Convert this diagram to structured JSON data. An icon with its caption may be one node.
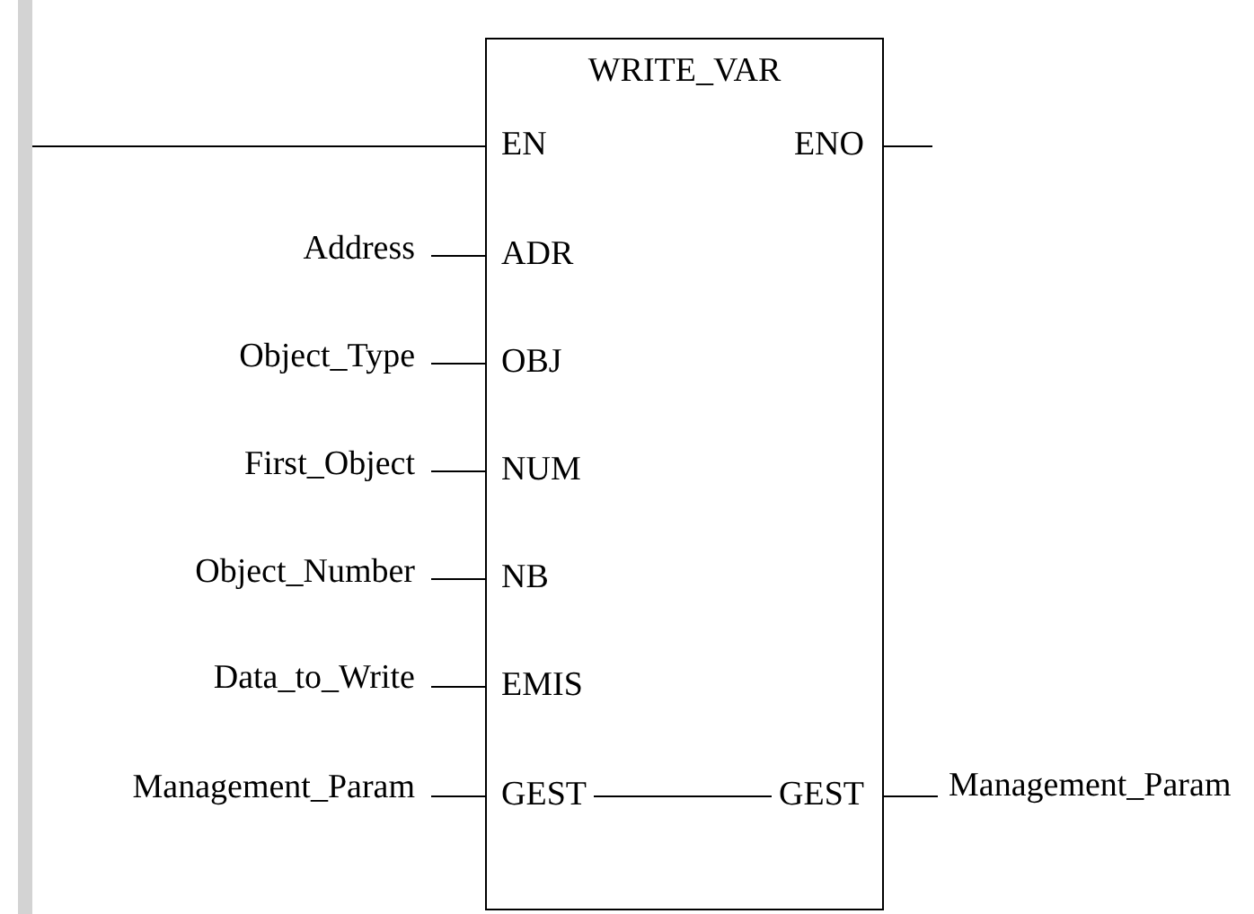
{
  "diagram": {
    "nodes": [
      {
        "text": [],
        "shape": "bar"
      },
      {
        "text": [
          "WRITE_VAR"
        ]
      },
      {
        "text": [
          "EN"
        ],
        "in": 1
      },
      {
        "text": [
          "ENO"
        ],
        "in": 1
      },
      {
        "text": [
          "ADR"
        ],
        "in": 1
      },
      {
        "text": [
          "OBJ"
        ],
        "in": 1
      },
      {
        "text": [
          "NUM"
        ],
        "in": 1
      },
      {
        "text": [
          "NB"
        ],
        "in": 1
      },
      {
        "text": [
          "EMIS"
        ],
        "in": 1
      },
      {
        "text": [
          "GEST"
        ],
        "in": 1
      },
      {
        "text": [
          "GEST"
        ],
        "in": 1
      },
      {
        "text": [
          "Address"
        ]
      },
      {
        "text": [
          "Object_Type"
        ]
      },
      {
        "text": [
          "First_Object"
        ]
      },
      {
        "text": [
          "Object_Number"
        ]
      },
      {
        "text": [
          "Data_to_Write"
        ]
      },
      {
        "text": [
          "Management_Param"
        ]
      },
      {
        "text": [
          "Management_Param"
        ]
      }
    ],
    "edges": [
      {
        "from": 0,
        "to": 2,
        "arrow": "none"
      },
      {
        "from": 3,
        "to": null,
        "arrow": "none"
      },
      {
        "from": 11,
        "to": 4,
        "arrow": "none"
      },
      {
        "from": 12,
        "to": 5,
        "arrow": "none"
      },
      {
        "from": 13,
        "to": 6,
        "arrow": "none"
      },
      {
        "from": 14,
        "to": 7,
        "arrow": "none"
      },
      {
        "from": 15,
        "to": 8,
        "arrow": "none"
      },
      {
        "from": 16,
        "to": 9,
        "arrow": "none"
      },
      {
        "from": 9,
        "to": 10,
        "arrow": "none"
      },
      {
        "from": 10,
        "to": 17,
        "arrow": "none"
      }
    ]
  }
}
